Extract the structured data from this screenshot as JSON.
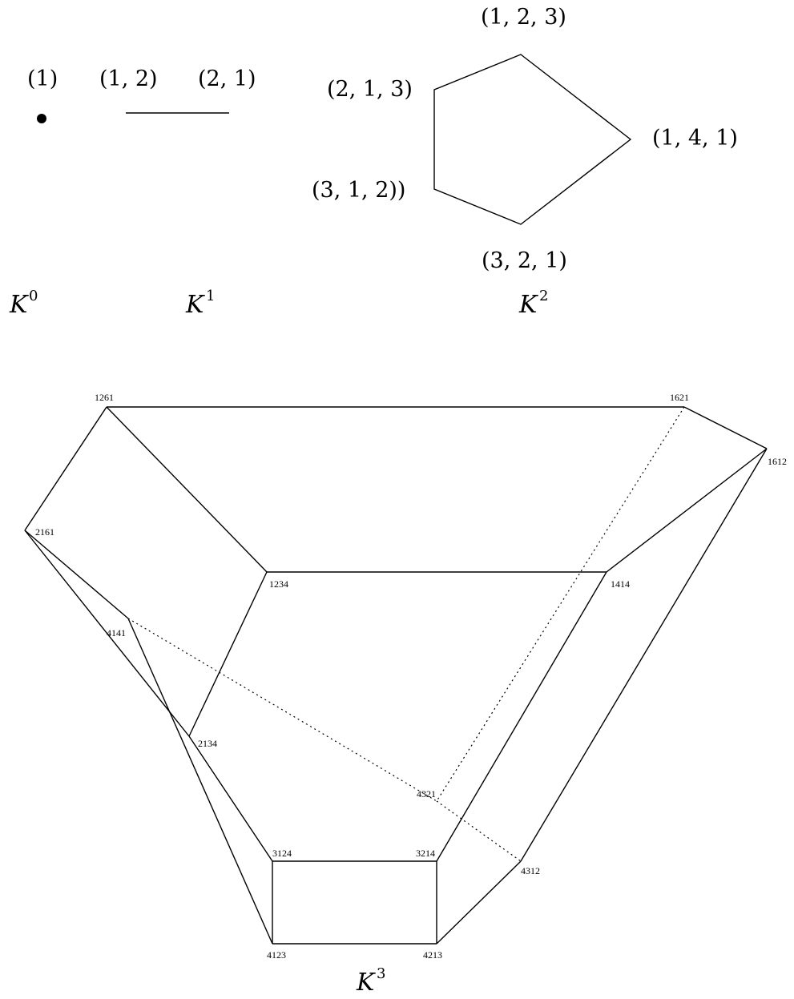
{
  "k0": {
    "label": "(1)",
    "name": "K",
    "sup": "0"
  },
  "k1": {
    "left_label": "(1, 2)",
    "right_label": "(2, 1)",
    "name": "K",
    "sup": "1"
  },
  "k2": {
    "labels": [
      "(1, 2, 3)",
      "(1, 4, 1)",
      "(3, 2, 1)",
      "(3, 1, 2))",
      "(2, 1, 3)"
    ],
    "name": "K",
    "sup": "2"
  },
  "k3": {
    "name": "K",
    "sup": "3",
    "vertices": [
      "1261",
      "1621",
      "1612",
      "2161",
      "1234",
      "1414",
      "2134",
      "4141",
      "4321",
      "3124",
      "3214",
      "4312",
      "4123",
      "4213"
    ]
  }
}
